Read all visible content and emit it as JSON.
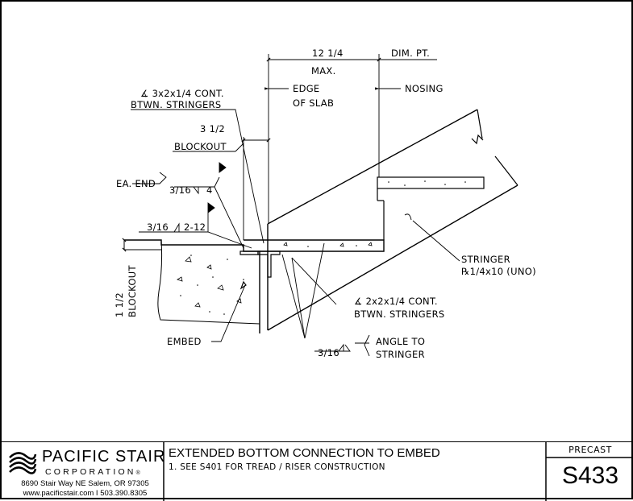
{
  "labels": {
    "dim_12": "12 1/4",
    "max": "MAX.",
    "dim_pt": "DIM. PT.",
    "edge_1": "EDGE",
    "edge_2": "OF SLAB",
    "nosing": "NOSING",
    "angle3_1": "∡ 3x2x1/4 CONT.",
    "angle3_2": "BTWN. STRINGERS",
    "dim_3": "3 1/2",
    "blockout": "BLOCKOUT",
    "ea_end": "EA. END",
    "weld1_size": "3/16",
    "weld1_len": "4",
    "weld2_size": "3/16",
    "weld2_len": "2-12",
    "dim_1": "1 1/2",
    "blockout_v": "BLOCKOUT",
    "embed": "EMBED",
    "stringer_1": "STRINGER",
    "stringer_2": "℞1/4x10 (UNO)",
    "angle2_1": "∡ 2x2x1/4 CONT.",
    "angle2_2": "BTWN. STRINGERS",
    "weld3_size": "3/16",
    "angle_to_1": "ANGLE TO",
    "angle_to_2": "STRINGER"
  },
  "title_block": {
    "company": "PACIFIC STAIR",
    "corporation": "CORPORATION",
    "registered": "®",
    "address": "8690 Stair Way NE Salem, OR 97305",
    "contact": "www.pacificstair.com  I  503.390.8305",
    "title": "EXTENDED BOTTOM CONNECTION TO EMBED",
    "note": "1.  SEE S401 FOR TREAD / RISER CONSTRUCTION",
    "category": "PRECAST",
    "sheet_number": "S433"
  }
}
